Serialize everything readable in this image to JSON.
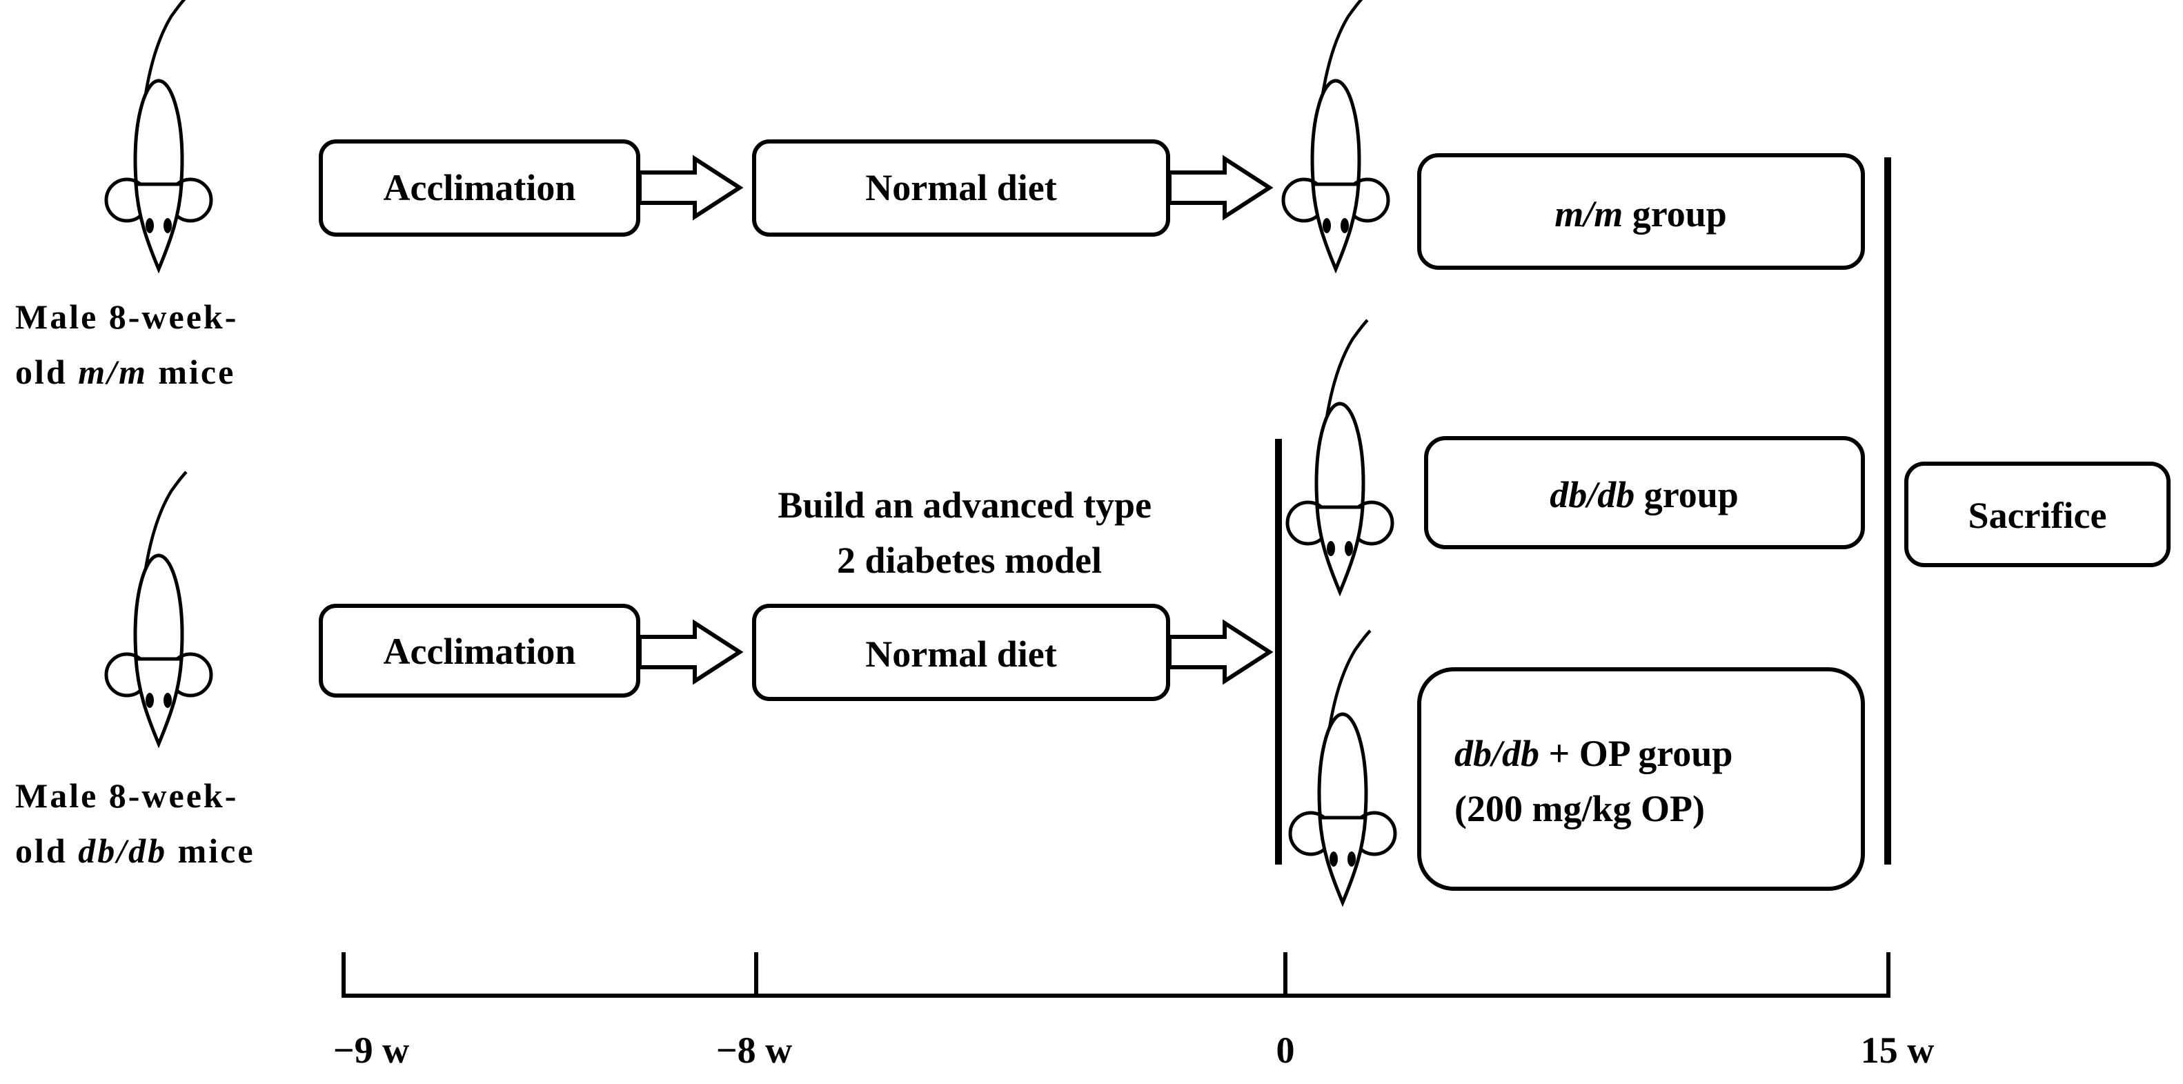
{
  "colors": {
    "stroke": "#000000",
    "fill": "#ffffff",
    "text": "#000000"
  },
  "icons": {
    "animal": "mouse-icon",
    "arrow": "hollow-right-arrow-icon"
  },
  "mm_label": {
    "line1": "Male 8-week-",
    "line2_pre": "old ",
    "genotype": "m/m",
    "line2_post": " mice"
  },
  "dbdb_label": {
    "line1": "Male 8-week-",
    "line2_pre": "old ",
    "genotype": "db/db",
    "line2_post": " mice"
  },
  "mm_row": {
    "acclimation": "Acclimation",
    "normal_diet": "Normal diet"
  },
  "dbdb_row": {
    "acclimation": "Acclimation",
    "normal_diet": "Normal diet"
  },
  "model_note": {
    "line1": "Build an advanced type",
    "line2": "2 diabetes model"
  },
  "groups": {
    "mm": {
      "genotype": "m/m",
      "suffix": " group"
    },
    "dbdb": {
      "genotype": "db/db",
      "suffix": " group"
    },
    "dbdb_op": {
      "genotype": "db/db",
      "suffix": " + OP group",
      "dose": "(200 mg/kg OP)"
    }
  },
  "endpoint": "Sacrifice",
  "timeline": {
    "ticks": [
      "−9 w",
      "−8 w",
      "0",
      "15 w"
    ]
  }
}
